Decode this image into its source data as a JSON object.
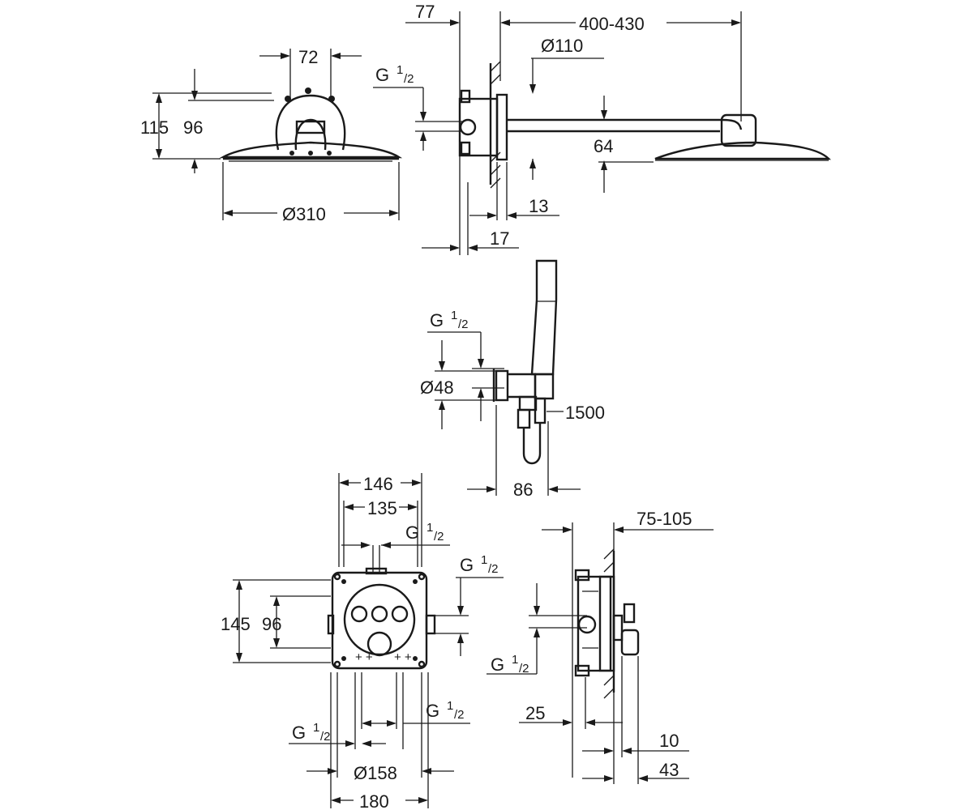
{
  "labels": {
    "d_72": "72",
    "d_115": "115",
    "d_96_top": "96",
    "d_310": "Ø310",
    "d_77": "77",
    "d_400_430": "400-430",
    "d_110": "Ø110",
    "g_top_base": "G",
    "g_top_sup": "1",
    "g_top_sub": "/2",
    "d_64": "64",
    "d_13": "13",
    "d_17": "17",
    "g_mid_base": "G",
    "g_mid_sup": "1",
    "g_mid_sub": "/2",
    "d_48": "Ø48",
    "d_1500": "1500",
    "d_86": "86",
    "d_146": "146",
    "d_135": "135",
    "g_bl1_base": "G",
    "g_bl1_sup": "1",
    "g_bl1_sub": "/2",
    "g_bl2_base": "G",
    "g_bl2_sup": "1",
    "g_bl2_sub": "/2",
    "d_145": "145",
    "d_96_bottom": "96",
    "g_bl3_base": "G",
    "g_bl3_sup": "1",
    "g_bl3_sub": "/2",
    "g_bl4_base": "G",
    "g_bl4_sup": "1",
    "g_bl4_sub": "/2",
    "d_158": "Ø158",
    "d_180": "180",
    "d_75_105": "75-105",
    "g_br_base": "G",
    "g_br_sup": "1",
    "g_br_sub": "/2",
    "d_25": "25",
    "d_10": "10",
    "d_43": "43"
  }
}
